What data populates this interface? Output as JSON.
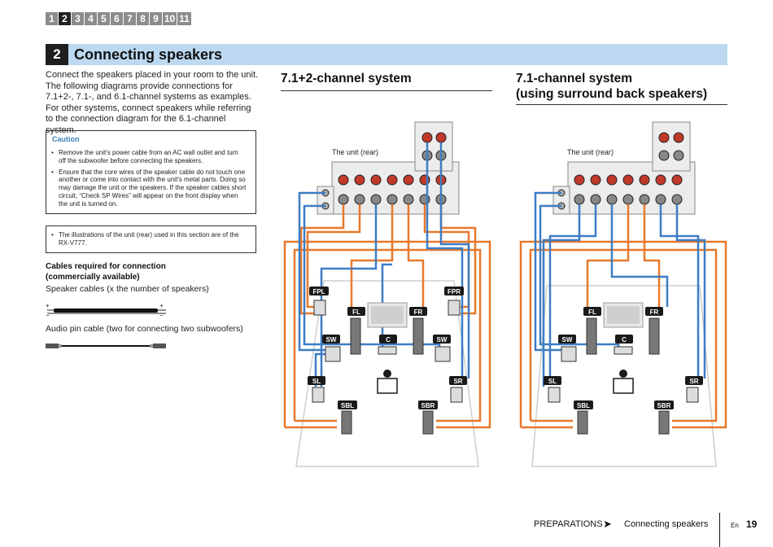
{
  "nav": {
    "steps": [
      "1",
      "2",
      "3",
      "4",
      "5",
      "6",
      "7",
      "8",
      "9",
      "10",
      "11"
    ],
    "active": "2"
  },
  "section": {
    "number": "2",
    "title": "Connecting speakers"
  },
  "intro": "Connect the speakers placed in your room to the unit. The following diagrams provide connections for 7.1+2-, 7.1-, and 6.1-channel systems as examples. For other systems, connect speakers while referring to the connection diagram for the 6.1-channel system.",
  "caution": {
    "title": "Caution",
    "items": [
      "Remove the unit's power cable from an AC wall outlet and turn off the subwoofer before connecting the speakers.",
      "Ensure that the core wires of the speaker cable do not touch one another or come into contact with the unit's metal parts. Doing so may damage the unit or the speakers. If the speaker cables short circuit, “Check SP Wires” will appear on the front display when the unit is turned on."
    ]
  },
  "note": {
    "items": [
      "The illustrations of the unit (rear) used in this section are of the RX-V777."
    ]
  },
  "cables": {
    "title_line1": "Cables required for connection",
    "title_line2": "(commercially available)",
    "speaker_cable": "Speaker cables (x the number of speakers)",
    "audio_cable": "Audio pin cable (two for connecting two subwoofers)"
  },
  "diagram_left": {
    "title": "7.1+2-channel system",
    "unit_label": "The unit (rear)",
    "speakers": [
      "FPL",
      "FPR",
      "FL",
      "FR",
      "SW",
      "C",
      "SW",
      "SL",
      "SR",
      "SBL",
      "SBR"
    ]
  },
  "diagram_right": {
    "title_line1": "7.1-channel system",
    "title_line2": "(using surround back speakers)",
    "unit_label": "The unit (rear)",
    "speakers": [
      "FL",
      "FR",
      "SW",
      "C",
      "SL",
      "SR",
      "SBL",
      "SBR"
    ]
  },
  "colors": {
    "front_wire": "#e8782a",
    "surround_wire": "#3d7dc4",
    "section_bar": "#bcd9f1",
    "caution_title": "#3e7fbf"
  },
  "footer": {
    "section": "PREPARATIONS",
    "arrow": "➤",
    "title": "Connecting speakers",
    "lang": "En",
    "page": "19"
  }
}
